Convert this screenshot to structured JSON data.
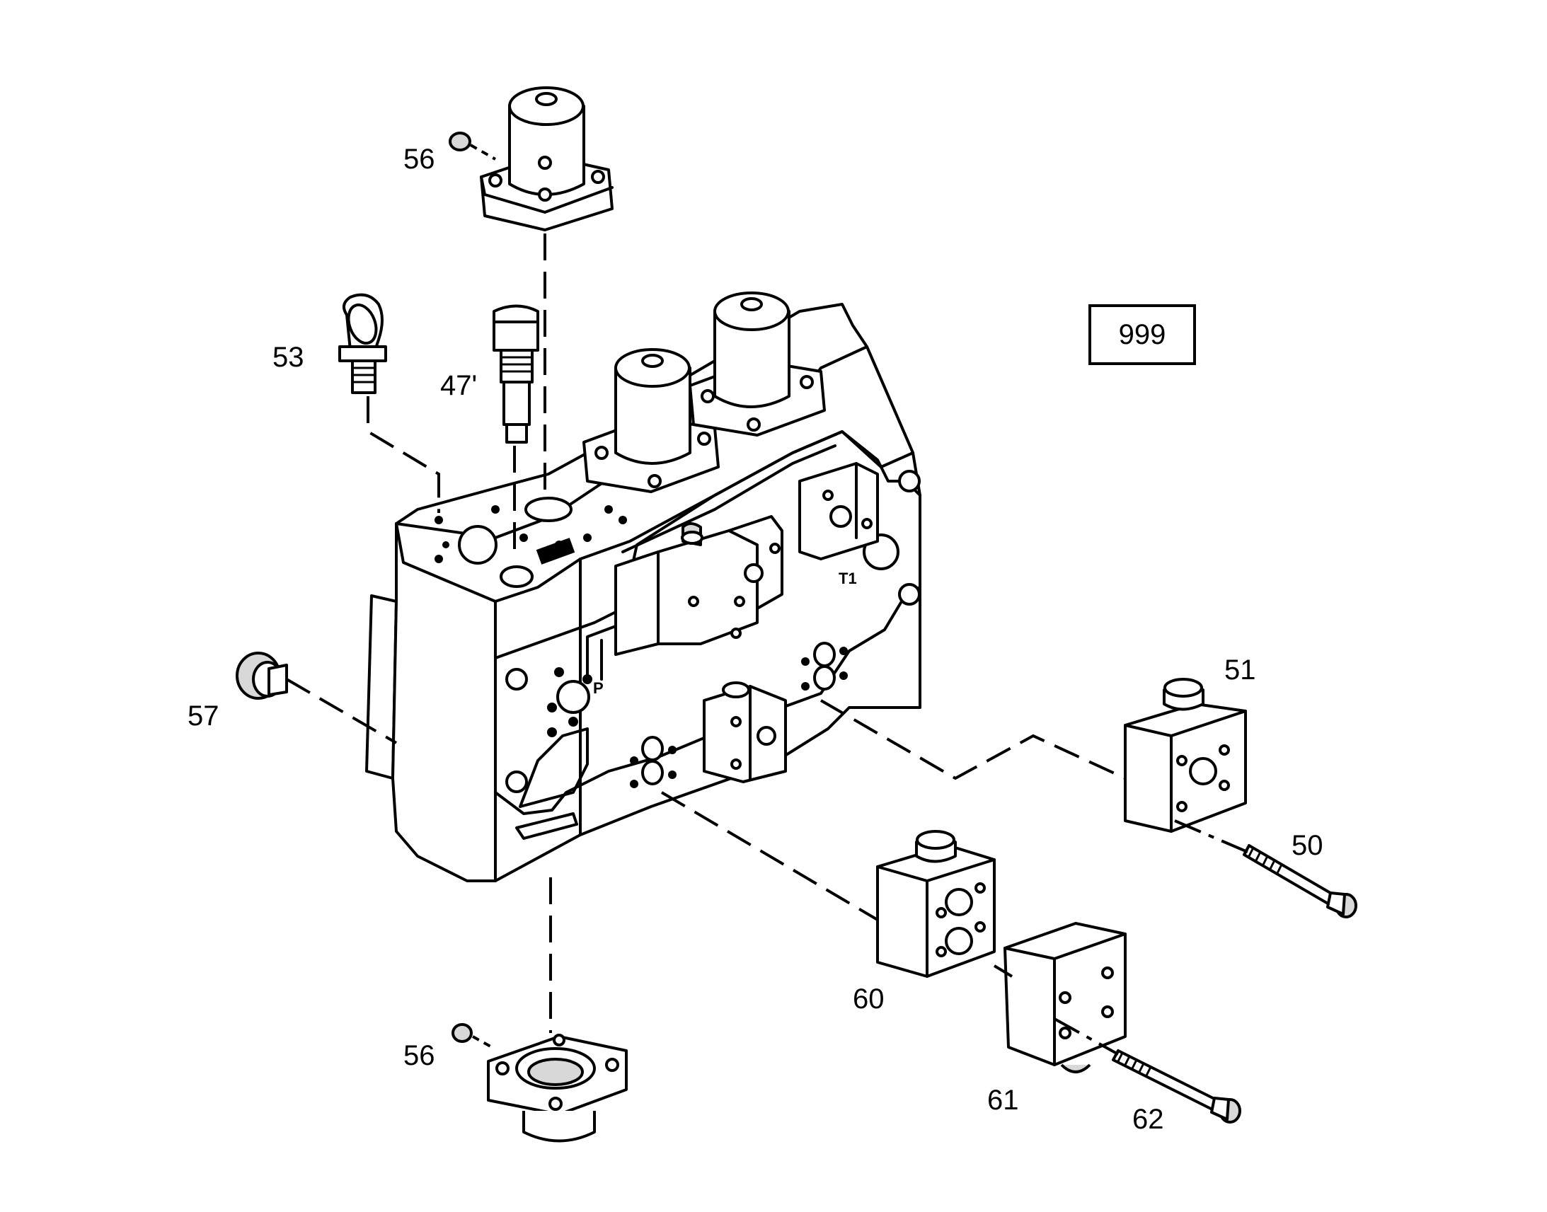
{
  "reference_box": "999",
  "callouts": {
    "c47": "47'",
    "c50": "50",
    "c51": "51",
    "c53": "53",
    "c56_top": "56",
    "c56_bottom": "56",
    "c57": "57",
    "c60": "60",
    "c61": "61",
    "c62": "62"
  },
  "body_markings": {
    "p_port": "P",
    "t1_port": "T1"
  }
}
